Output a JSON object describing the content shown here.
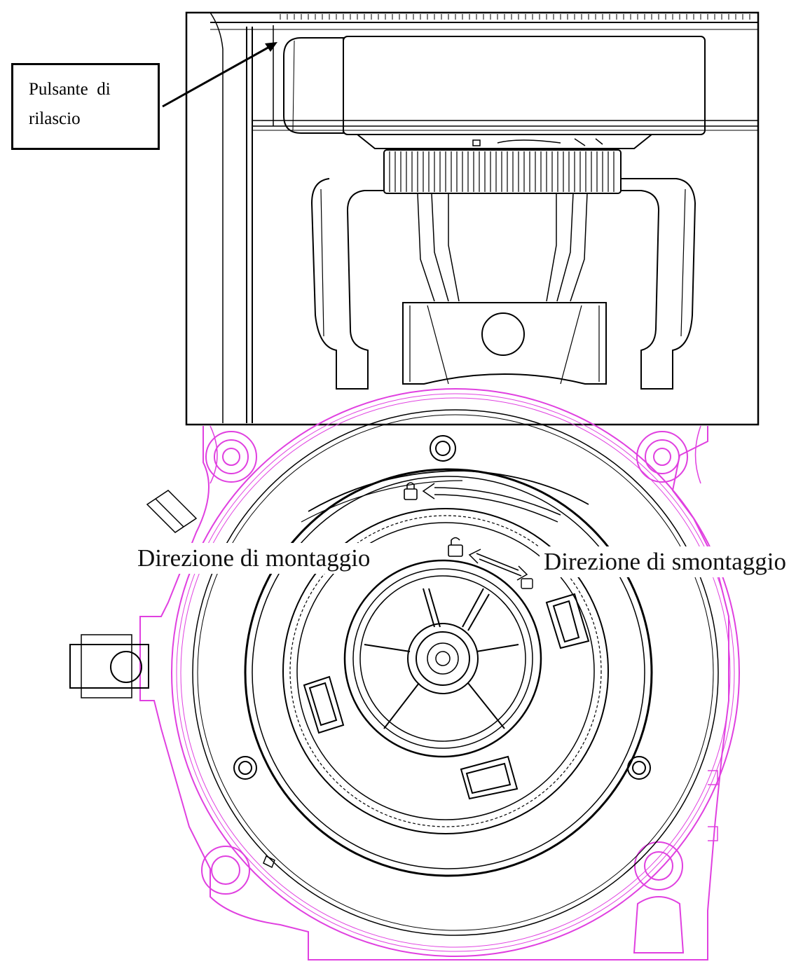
{
  "callout": {
    "line1": "Pulsante  di",
    "line2": "rilascio"
  },
  "labels": {
    "mount_direction": "Direzione di montaggio",
    "unmount_direction": "Direzione di smontaggio"
  },
  "colors": {
    "line": "#000000",
    "outline_magenta": "#e040e0",
    "background": "#ffffff"
  },
  "icons": {
    "lock": "lock-icon",
    "unlock": "unlock-icon",
    "arrow": "direction-arrow-icon"
  }
}
